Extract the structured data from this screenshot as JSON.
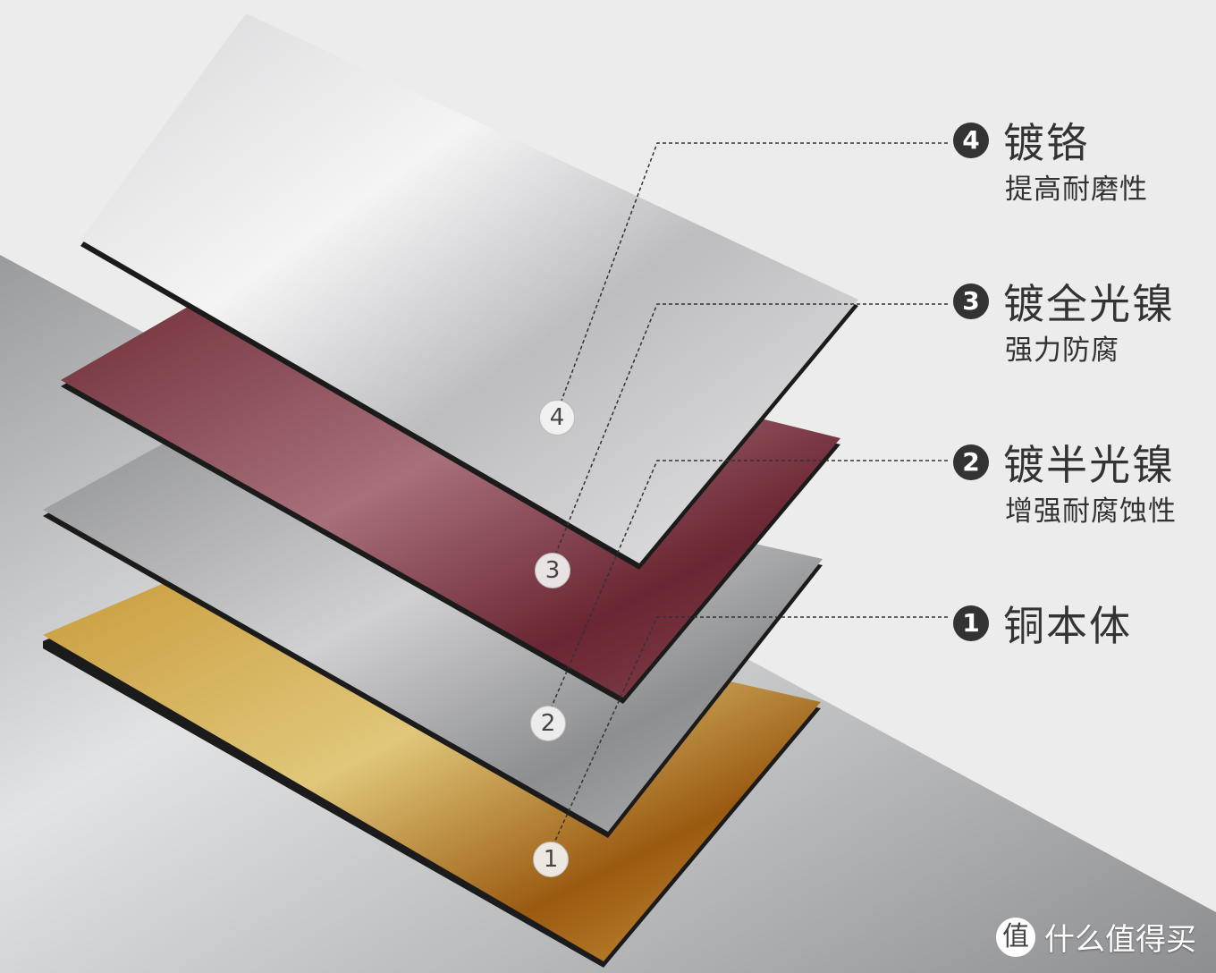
{
  "layers": [
    {
      "number": "4",
      "title": "镀铬",
      "subtitle": "提高耐磨性",
      "color": "#c9c9cb"
    },
    {
      "number": "3",
      "title": "镀全光镍",
      "subtitle": "强力防腐",
      "color": "#7a3540"
    },
    {
      "number": "2",
      "title": "镀半光镍",
      "subtitle": "增强耐腐蚀性",
      "color": "#a9a9ab"
    },
    {
      "number": "1",
      "title": "铜本体",
      "subtitle": "",
      "color": "#c9a24a"
    }
  ],
  "watermark": {
    "logo": "值",
    "text": "什么值得买"
  }
}
